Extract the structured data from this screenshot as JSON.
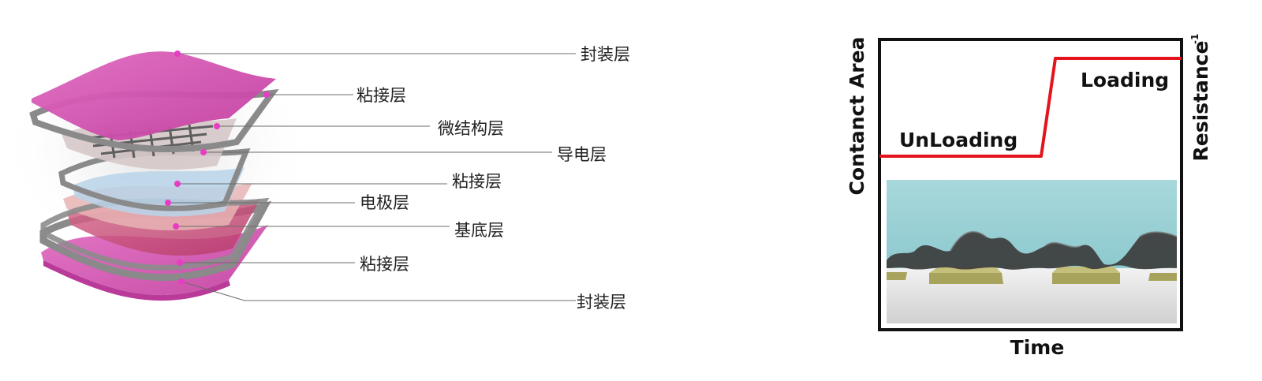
{
  "layer_diagram": {
    "labels": [
      {
        "id": "encap-top",
        "text": "封装层"
      },
      {
        "id": "adhesive-1",
        "text": "粘接层"
      },
      {
        "id": "microstructure",
        "text": "微结构层"
      },
      {
        "id": "conductive",
        "text": "导电层"
      },
      {
        "id": "adhesive-2",
        "text": "粘接层"
      },
      {
        "id": "electrode",
        "text": "电极层"
      },
      {
        "id": "substrate",
        "text": "基底层"
      },
      {
        "id": "adhesive-3",
        "text": "粘接层"
      },
      {
        "id": "encap-bottom",
        "text": "封装层"
      }
    ],
    "colors": {
      "encapsulation": "#d44fb0",
      "adhesive_frame": "#8e8e8e",
      "marker_dot": "#e83cc2",
      "leader_line": "#666666"
    }
  },
  "response_plot": {
    "y_left_label": "Contanct Area",
    "y_right_label": "Resistance",
    "y_right_superscript": "-1",
    "x_label": "Time",
    "state_low": "UnLoading",
    "state_high": "Loading",
    "step_color": "#e3141b"
  }
}
